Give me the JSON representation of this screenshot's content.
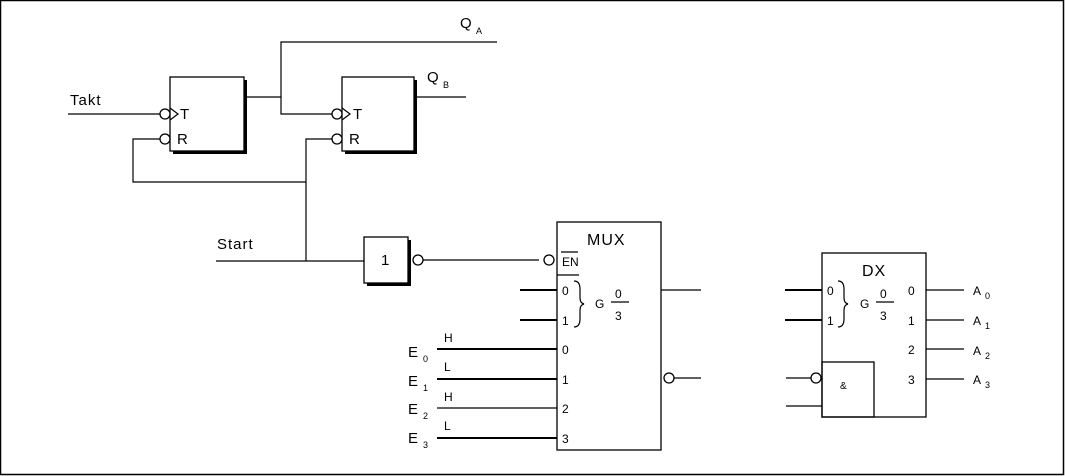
{
  "frame": {
    "border_color": "#000000",
    "background": "#ffffff"
  },
  "inputs": {
    "takt": "Takt",
    "start": "Start"
  },
  "outputs": {
    "qa_main": "Q",
    "qa_sub": "A",
    "qb_main": "Q",
    "qb_sub": "B"
  },
  "flipflop_a": {
    "t_pin": "T",
    "r_pin": "R"
  },
  "flipflop_b": {
    "t_pin": "T",
    "r_pin": "R"
  },
  "inverter": {
    "label": "1"
  },
  "mux": {
    "title": "MUX",
    "en_pin": "EN",
    "sel_pins": [
      "0",
      "1"
    ],
    "g_label": "G",
    "frac_num": "0",
    "frac_den": "3",
    "data_pins": [
      "0",
      "1",
      "2",
      "3"
    ]
  },
  "data_inputs": [
    {
      "main": "E",
      "sub": "0",
      "level": "H"
    },
    {
      "main": "E",
      "sub": "1",
      "level": "L"
    },
    {
      "main": "E",
      "sub": "2",
      "level": "H"
    },
    {
      "main": "E",
      "sub": "3",
      "level": "L"
    }
  ],
  "dx": {
    "title": "DX",
    "sel_pins": [
      "0",
      "1"
    ],
    "g_label": "G",
    "frac_num": "0",
    "frac_den": "3",
    "out_pins": [
      "0",
      "1",
      "2",
      "3"
    ],
    "and_label": "&"
  },
  "dx_outputs": [
    {
      "main": "A",
      "sub": "0"
    },
    {
      "main": "A",
      "sub": "1"
    },
    {
      "main": "A",
      "sub": "2"
    },
    {
      "main": "A",
      "sub": "3"
    }
  ]
}
